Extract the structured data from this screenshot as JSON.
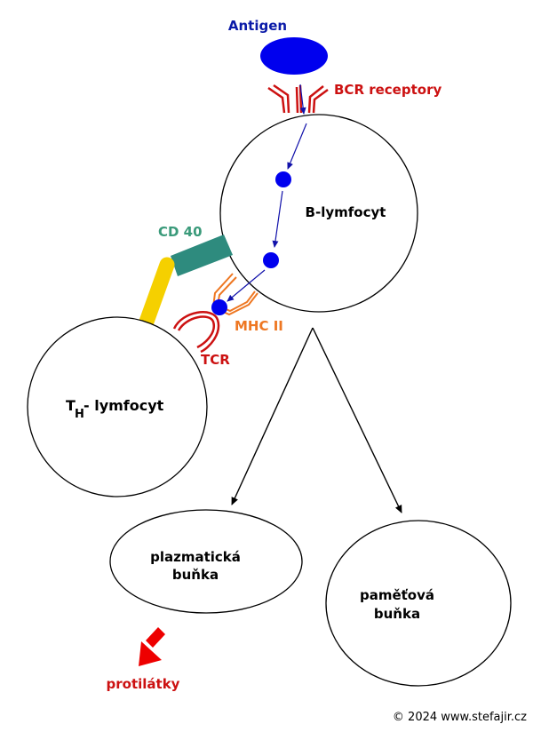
{
  "labels": {
    "antigen": "Antigen",
    "bcr": "BCR receptory",
    "b_cell": "B-lymfocyt",
    "cd40": "CD 40",
    "mhc": "MHC II",
    "tcr": "TCR",
    "th_main": "T",
    "th_sub": "H",
    "th_rest": "- lymfocyt",
    "plasma_line1": "plazmatická",
    "plasma_line2": "buňka",
    "memory_line1": "paměťová",
    "memory_line2": "buňka",
    "antibodies": "protilátky",
    "copyright": "© 2024 www.stefajir.cz"
  },
  "colors": {
    "antigen": "#0000ee",
    "bcr": "#cc1111",
    "cd40": "#2e8b7e",
    "cd40_ligand": "#f5d000",
    "mhc": "#ee7722",
    "tcr": "#cc1111",
    "dots": "#0000ee",
    "antibodies": "#cc1111",
    "arrow_red": "#ee0000"
  }
}
